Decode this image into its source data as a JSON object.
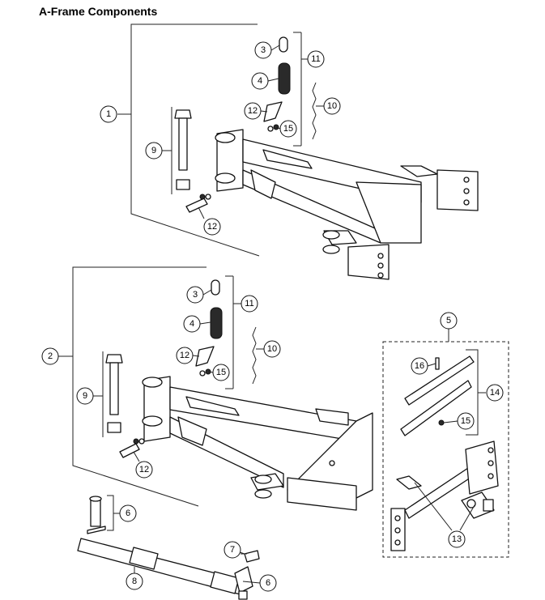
{
  "title": "A-Frame Components",
  "callouts": {
    "c1": "1",
    "c2": "2",
    "c3a": "3",
    "c3b": "3",
    "c4a": "4",
    "c4b": "4",
    "c5": "5",
    "c6a": "6",
    "c6b": "6",
    "c7": "7",
    "c8": "8",
    "c9a": "9",
    "c9b": "9",
    "c10a": "10",
    "c10b": "10",
    "c11a": "11",
    "c11b": "11",
    "c12a": "12",
    "c12b": "12",
    "c12c": "12",
    "c12d": "12",
    "c13": "13",
    "c14": "14",
    "c15a": "15",
    "c15b": "15",
    "c15c": "15",
    "c16": "16"
  }
}
